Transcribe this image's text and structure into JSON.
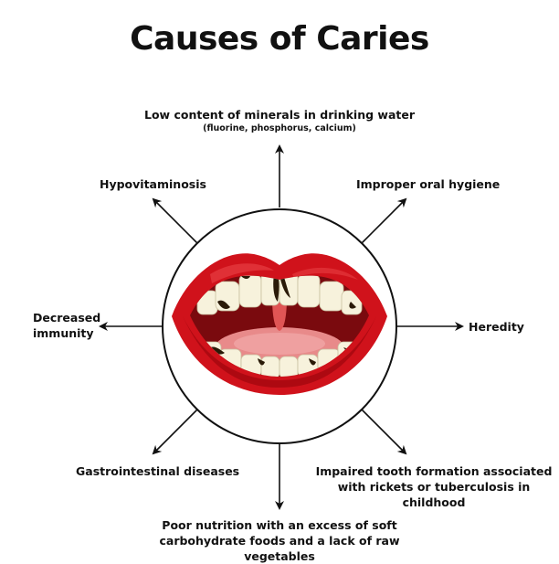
{
  "title": "Causes of Caries",
  "causes": {
    "top": {
      "line1": "Low content of minerals in drinking water",
      "line2": "(fluorine, phosphorus, calcium)"
    },
    "top_left": {
      "label": "Hypovitaminosis"
    },
    "top_right": {
      "label": "Improper oral hygiene"
    },
    "left": {
      "line1": "Decreased",
      "line2": "immunity"
    },
    "right": {
      "label": "Heredity"
    },
    "bottom_left": {
      "label": "Gastrointestinal diseases"
    },
    "bottom_right": {
      "line1": "Impaired tooth formation associated",
      "line2": "with rickets or tuberculosis in childhood"
    },
    "bottom": {
      "line1": "Poor nutrition with an excess of soft",
      "line2": "carbohydrate foods and a lack of raw vegetables"
    }
  },
  "colors": {
    "lips": "#d0121b",
    "lip_shadow": "#8a0008",
    "mouth_inside": "#7a0a0e",
    "tongue": "#e88a8a",
    "teeth": "#f7f2dc",
    "decay": "#2a1a08",
    "arrow": "#111111"
  }
}
